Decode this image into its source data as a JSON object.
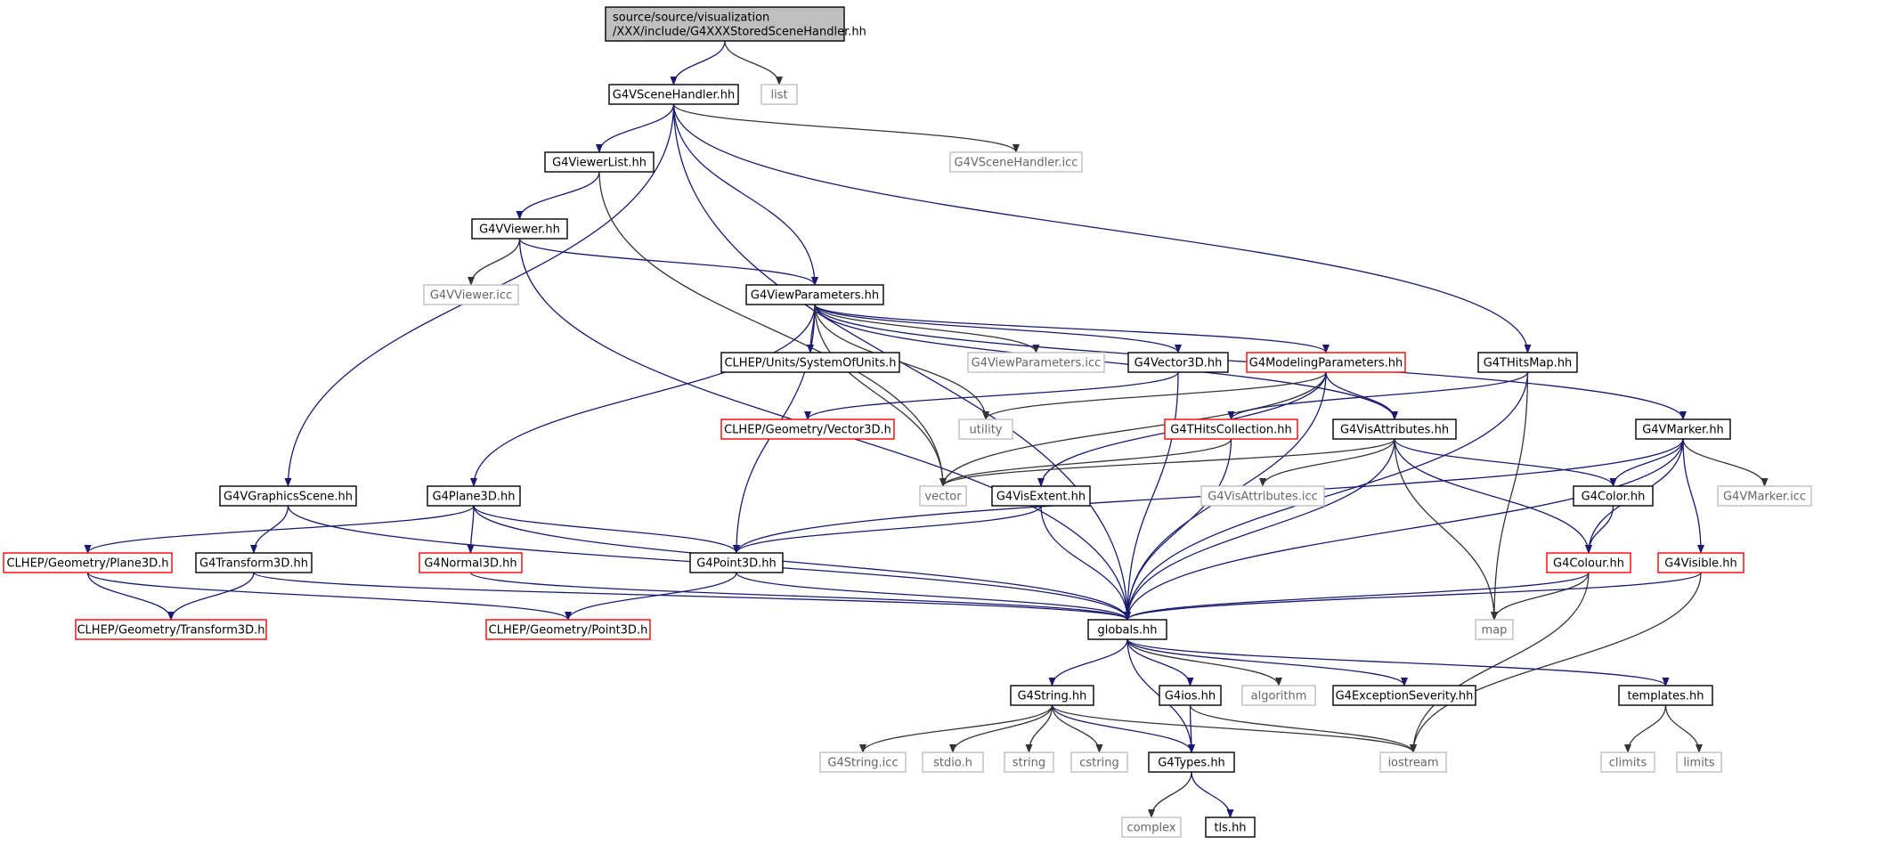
{
  "graph": {
    "edge_color": "#191970",
    "edge_color_external": "#333333",
    "style": {
      "root_fill": "#bfbfbf",
      "header_border": "#000000",
      "external_border": "#bfbfbf",
      "external_text": "#666666",
      "truncated_border": "#ff0000",
      "text": "#000000"
    },
    "nodes": [
      {
        "id": "root",
        "lines": [
          "source/source/visualization",
          "/XXX/include/G4XXXStoredSceneHandler.hh"
        ],
        "kind": "root"
      },
      {
        "id": "list",
        "lines": [
          "list"
        ],
        "kind": "external"
      },
      {
        "id": "g4vscenehandler",
        "lines": [
          "G4VSceneHandler.hh"
        ],
        "kind": "header"
      },
      {
        "id": "g4viewerlist",
        "lines": [
          "G4ViewerList.hh"
        ],
        "kind": "header"
      },
      {
        "id": "g4vscenehandler_icc",
        "lines": [
          "G4VSceneHandler.icc"
        ],
        "kind": "external"
      },
      {
        "id": "g4vviewer",
        "lines": [
          "G4VViewer.hh"
        ],
        "kind": "header"
      },
      {
        "id": "g4vviewer_icc",
        "lines": [
          "G4VViewer.icc"
        ],
        "kind": "external"
      },
      {
        "id": "g4viewparameters",
        "lines": [
          "G4ViewParameters.hh"
        ],
        "kind": "header"
      },
      {
        "id": "clhep_units",
        "lines": [
          "CLHEP/Units/SystemOfUnits.h"
        ],
        "kind": "header"
      },
      {
        "id": "g4viewparameters_icc",
        "lines": [
          "G4ViewParameters.icc"
        ],
        "kind": "external"
      },
      {
        "id": "g4vector3d",
        "lines": [
          "G4Vector3D.hh"
        ],
        "kind": "header"
      },
      {
        "id": "g4modelingparameters",
        "lines": [
          "G4ModelingParameters.hh"
        ],
        "kind": "truncated"
      },
      {
        "id": "g4thitsmap",
        "lines": [
          "G4THitsMap.hh"
        ],
        "kind": "header"
      },
      {
        "id": "clhep_vector3d",
        "lines": [
          "CLHEP/Geometry/Vector3D.h"
        ],
        "kind": "truncated"
      },
      {
        "id": "utility",
        "lines": [
          "utility"
        ],
        "kind": "external"
      },
      {
        "id": "g4thitscollection",
        "lines": [
          "G4THitsCollection.hh"
        ],
        "kind": "truncated"
      },
      {
        "id": "g4visattributes",
        "lines": [
          "G4VisAttributes.hh"
        ],
        "kind": "header"
      },
      {
        "id": "g4vmarker",
        "lines": [
          "G4VMarker.hh"
        ],
        "kind": "header"
      },
      {
        "id": "g4vgraphicsscene",
        "lines": [
          "G4VGraphicsScene.hh"
        ],
        "kind": "header"
      },
      {
        "id": "g4plane3d",
        "lines": [
          "G4Plane3D.hh"
        ],
        "kind": "header"
      },
      {
        "id": "vector",
        "lines": [
          "vector"
        ],
        "kind": "external"
      },
      {
        "id": "g4visextent",
        "lines": [
          "G4VisExtent.hh"
        ],
        "kind": "header"
      },
      {
        "id": "g4visattributes_icc",
        "lines": [
          "G4VisAttributes.icc"
        ],
        "kind": "external"
      },
      {
        "id": "g4color",
        "lines": [
          "G4Color.hh"
        ],
        "kind": "header"
      },
      {
        "id": "g4vmarker_icc",
        "lines": [
          "G4VMarker.icc"
        ],
        "kind": "external"
      },
      {
        "id": "clhep_plane3d",
        "lines": [
          "CLHEP/Geometry/Plane3D.h"
        ],
        "kind": "truncated"
      },
      {
        "id": "g4transform3d",
        "lines": [
          "G4Transform3D.hh"
        ],
        "kind": "header"
      },
      {
        "id": "g4normal3d",
        "lines": [
          "G4Normal3D.hh"
        ],
        "kind": "truncated"
      },
      {
        "id": "g4point3d",
        "lines": [
          "G4Point3D.hh"
        ],
        "kind": "header"
      },
      {
        "id": "g4colour",
        "lines": [
          "G4Colour.hh"
        ],
        "kind": "truncated"
      },
      {
        "id": "g4visible",
        "lines": [
          "G4Visible.hh"
        ],
        "kind": "truncated"
      },
      {
        "id": "clhep_transform3d",
        "lines": [
          "CLHEP/Geometry/Transform3D.h"
        ],
        "kind": "truncated"
      },
      {
        "id": "clhep_point3d",
        "lines": [
          "CLHEP/Geometry/Point3D.h"
        ],
        "kind": "truncated"
      },
      {
        "id": "globals",
        "lines": [
          "globals.hh"
        ],
        "kind": "header"
      },
      {
        "id": "map",
        "lines": [
          "map"
        ],
        "kind": "external"
      },
      {
        "id": "g4string",
        "lines": [
          "G4String.hh"
        ],
        "kind": "header"
      },
      {
        "id": "g4ios",
        "lines": [
          "G4ios.hh"
        ],
        "kind": "header"
      },
      {
        "id": "algorithm",
        "lines": [
          "algorithm"
        ],
        "kind": "external"
      },
      {
        "id": "g4exceptionseverity",
        "lines": [
          "G4ExceptionSeverity.hh"
        ],
        "kind": "header"
      },
      {
        "id": "templates",
        "lines": [
          "templates.hh"
        ],
        "kind": "header"
      },
      {
        "id": "g4string_icc",
        "lines": [
          "G4String.icc"
        ],
        "kind": "external"
      },
      {
        "id": "stdio",
        "lines": [
          "stdio.h"
        ],
        "kind": "external"
      },
      {
        "id": "string",
        "lines": [
          "string"
        ],
        "kind": "external"
      },
      {
        "id": "cstring",
        "lines": [
          "cstring"
        ],
        "kind": "external"
      },
      {
        "id": "g4types",
        "lines": [
          "G4Types.hh"
        ],
        "kind": "header"
      },
      {
        "id": "iostream",
        "lines": [
          "iostream"
        ],
        "kind": "external"
      },
      {
        "id": "climits",
        "lines": [
          "climits"
        ],
        "kind": "external"
      },
      {
        "id": "limits",
        "lines": [
          "limits"
        ],
        "kind": "external"
      },
      {
        "id": "complex",
        "lines": [
          "complex"
        ],
        "kind": "external"
      },
      {
        "id": "tls",
        "lines": [
          "tls.hh"
        ],
        "kind": "header"
      }
    ],
    "edges": [
      [
        "root",
        "g4vscenehandler"
      ],
      [
        "root",
        "list"
      ],
      [
        "g4vscenehandler",
        "g4viewerlist"
      ],
      [
        "g4vscenehandler",
        "g4vscenehandler_icc"
      ],
      [
        "g4vscenehandler",
        "g4viewparameters"
      ],
      [
        "g4vscenehandler",
        "g4thitsmap"
      ],
      [
        "g4vscenehandler",
        "g4vgraphicsscene"
      ],
      [
        "g4vscenehandler",
        "globals"
      ],
      [
        "g4viewerlist",
        "g4vviewer"
      ],
      [
        "g4viewerlist",
        "vector"
      ],
      [
        "g4vviewer",
        "g4vviewer_icc"
      ],
      [
        "g4vviewer",
        "g4viewparameters"
      ],
      [
        "g4vviewer",
        "globals"
      ],
      [
        "g4viewparameters",
        "clhep_units"
      ],
      [
        "g4viewparameters",
        "g4viewparameters_icc"
      ],
      [
        "g4viewparameters",
        "g4vector3d"
      ],
      [
        "g4viewparameters",
        "g4modelingparameters"
      ],
      [
        "g4viewparameters",
        "g4visattributes"
      ],
      [
        "g4viewparameters",
        "g4vmarker"
      ],
      [
        "g4viewparameters",
        "g4plane3d"
      ],
      [
        "g4viewparameters",
        "g4point3d"
      ],
      [
        "g4viewparameters",
        "vector"
      ],
      [
        "g4viewparameters",
        "utility"
      ],
      [
        "g4vector3d",
        "clhep_vector3d"
      ],
      [
        "g4vector3d",
        "globals"
      ],
      [
        "g4modelingparameters",
        "utility"
      ],
      [
        "g4modelingparameters",
        "g4visattributes"
      ],
      [
        "g4modelingparameters",
        "vector"
      ],
      [
        "g4modelingparameters",
        "g4visextent"
      ],
      [
        "g4modelingparameters",
        "globals"
      ],
      [
        "g4thitsmap",
        "g4thitscollection"
      ],
      [
        "g4thitsmap",
        "globals"
      ],
      [
        "g4thitsmap",
        "map"
      ],
      [
        "g4thitscollection",
        "vector"
      ],
      [
        "g4thitscollection",
        "globals"
      ],
      [
        "g4visattributes",
        "vector"
      ],
      [
        "g4visattributes",
        "g4visattributes_icc"
      ],
      [
        "g4visattributes",
        "g4color"
      ],
      [
        "g4visattributes",
        "g4colour"
      ],
      [
        "g4visattributes",
        "globals"
      ],
      [
        "g4visattributes",
        "map"
      ],
      [
        "g4vmarker",
        "g4color"
      ],
      [
        "g4vmarker",
        "g4vmarker_icc"
      ],
      [
        "g4vmarker",
        "g4colour"
      ],
      [
        "g4vmarker",
        "g4visible"
      ],
      [
        "g4vmarker",
        "g4point3d"
      ],
      [
        "g4vmarker",
        "globals"
      ],
      [
        "g4vgraphicsscene",
        "g4transform3d"
      ],
      [
        "g4vgraphicsscene",
        "globals"
      ],
      [
        "g4plane3d",
        "clhep_plane3d"
      ],
      [
        "g4plane3d",
        "g4normal3d"
      ],
      [
        "g4plane3d",
        "g4point3d"
      ],
      [
        "g4plane3d",
        "globals"
      ],
      [
        "g4visextent",
        "g4point3d"
      ],
      [
        "g4visextent",
        "globals"
      ],
      [
        "g4color",
        "g4colour"
      ],
      [
        "clhep_plane3d",
        "clhep_transform3d"
      ],
      [
        "clhep_plane3d",
        "clhep_point3d"
      ],
      [
        "g4transform3d",
        "clhep_transform3d"
      ],
      [
        "g4transform3d",
        "globals"
      ],
      [
        "g4normal3d",
        "globals"
      ],
      [
        "g4point3d",
        "clhep_point3d"
      ],
      [
        "g4point3d",
        "globals"
      ],
      [
        "g4colour",
        "globals"
      ],
      [
        "g4colour",
        "map"
      ],
      [
        "g4colour",
        "iostream"
      ],
      [
        "g4visible",
        "globals"
      ],
      [
        "g4visible",
        "iostream"
      ],
      [
        "globals",
        "g4string"
      ],
      [
        "globals",
        "g4ios"
      ],
      [
        "globals",
        "algorithm"
      ],
      [
        "globals",
        "g4exceptionseverity"
      ],
      [
        "globals",
        "templates"
      ],
      [
        "globals",
        "g4types"
      ],
      [
        "g4string",
        "g4string_icc"
      ],
      [
        "g4string",
        "stdio"
      ],
      [
        "g4string",
        "string"
      ],
      [
        "g4string",
        "cstring"
      ],
      [
        "g4string",
        "g4types"
      ],
      [
        "g4string",
        "iostream"
      ],
      [
        "g4ios",
        "g4types"
      ],
      [
        "g4ios",
        "iostream"
      ],
      [
        "templates",
        "climits"
      ],
      [
        "templates",
        "limits"
      ],
      [
        "g4types",
        "complex"
      ],
      [
        "g4types",
        "tls"
      ]
    ]
  }
}
